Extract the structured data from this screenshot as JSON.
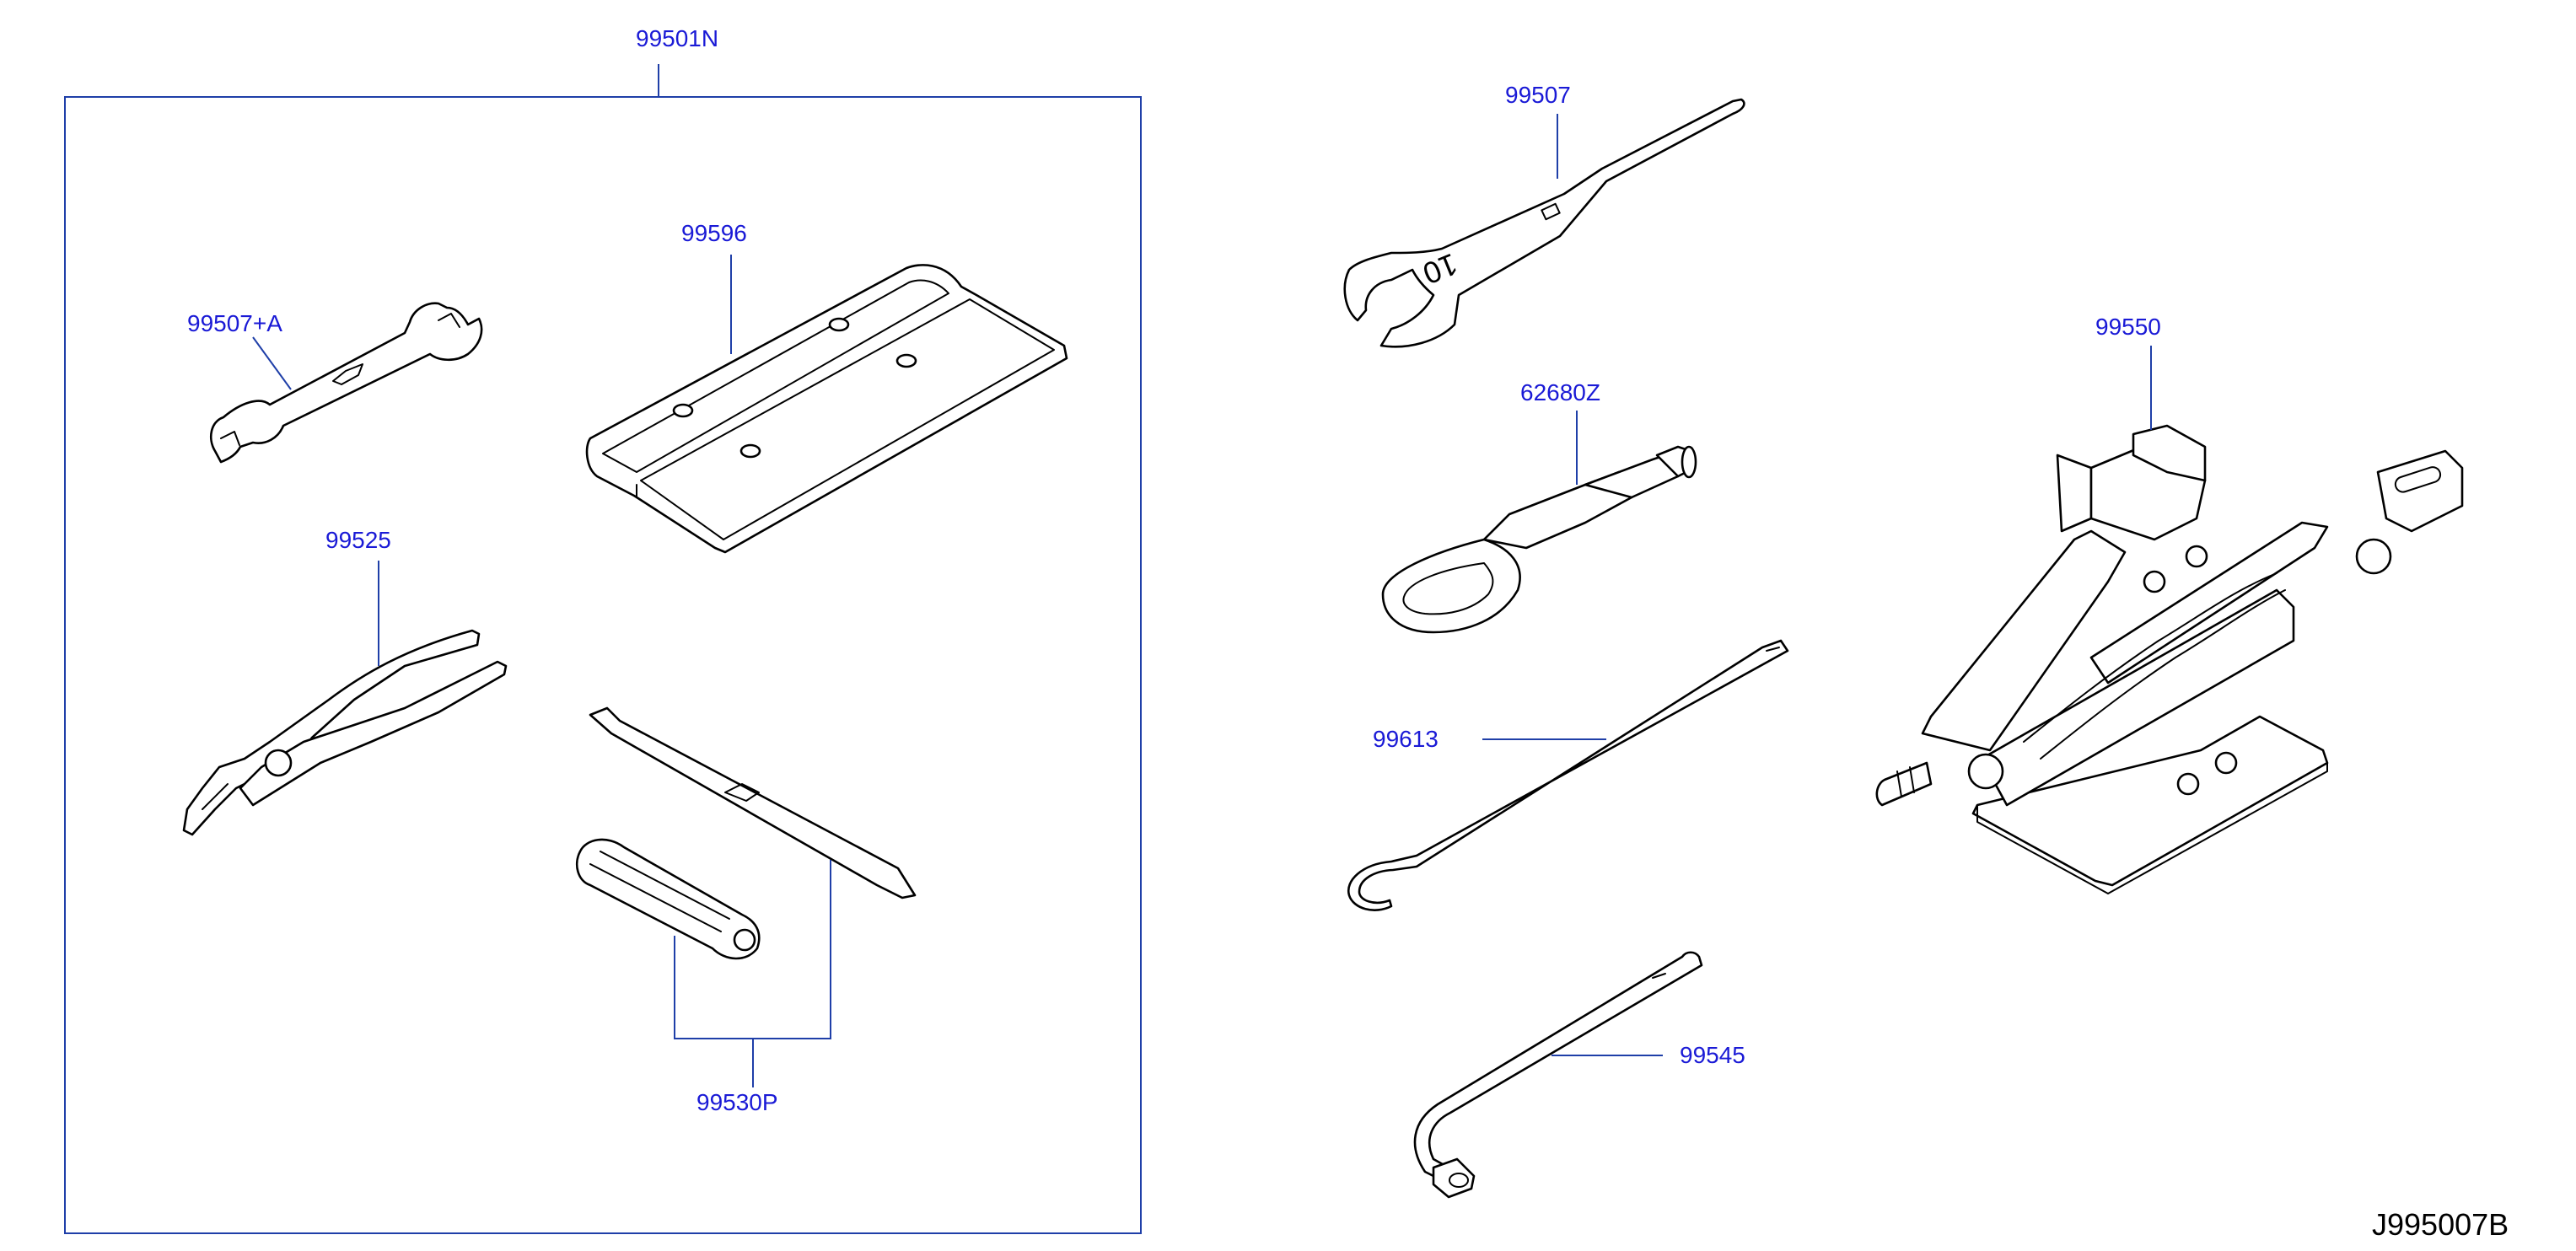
{
  "colors": {
    "callout": "#1a1ad6",
    "leader": "#1f3fa8",
    "frame": "#1f3fa8",
    "line_art": "#000000"
  },
  "kit": {
    "label": "99501N"
  },
  "parts": {
    "jack": "99550",
    "wrench_10": "99507",
    "wrench_small": "99507+A",
    "tray": "99596",
    "tow_hook": "62680Z",
    "pliers": "99525",
    "rod": "99613",
    "screwdriver": "99530P",
    "lug_wrench": "99545"
  },
  "wrench_marking": "10",
  "drawing_id": "J995007B"
}
